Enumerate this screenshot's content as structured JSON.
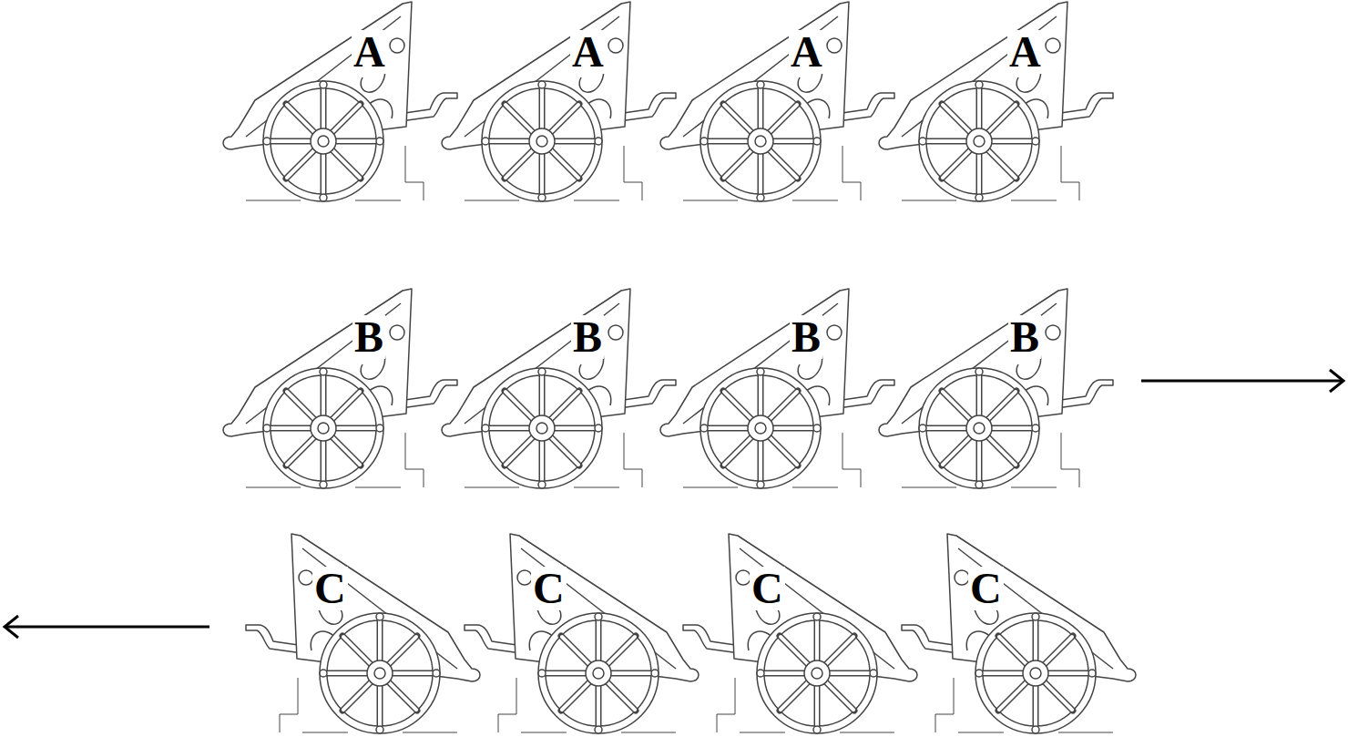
{
  "diagram": {
    "labels": [
      "A",
      "A",
      "A",
      "A",
      "B",
      "B",
      "B",
      "B",
      "C",
      "C",
      "C",
      "C"
    ]
  }
}
